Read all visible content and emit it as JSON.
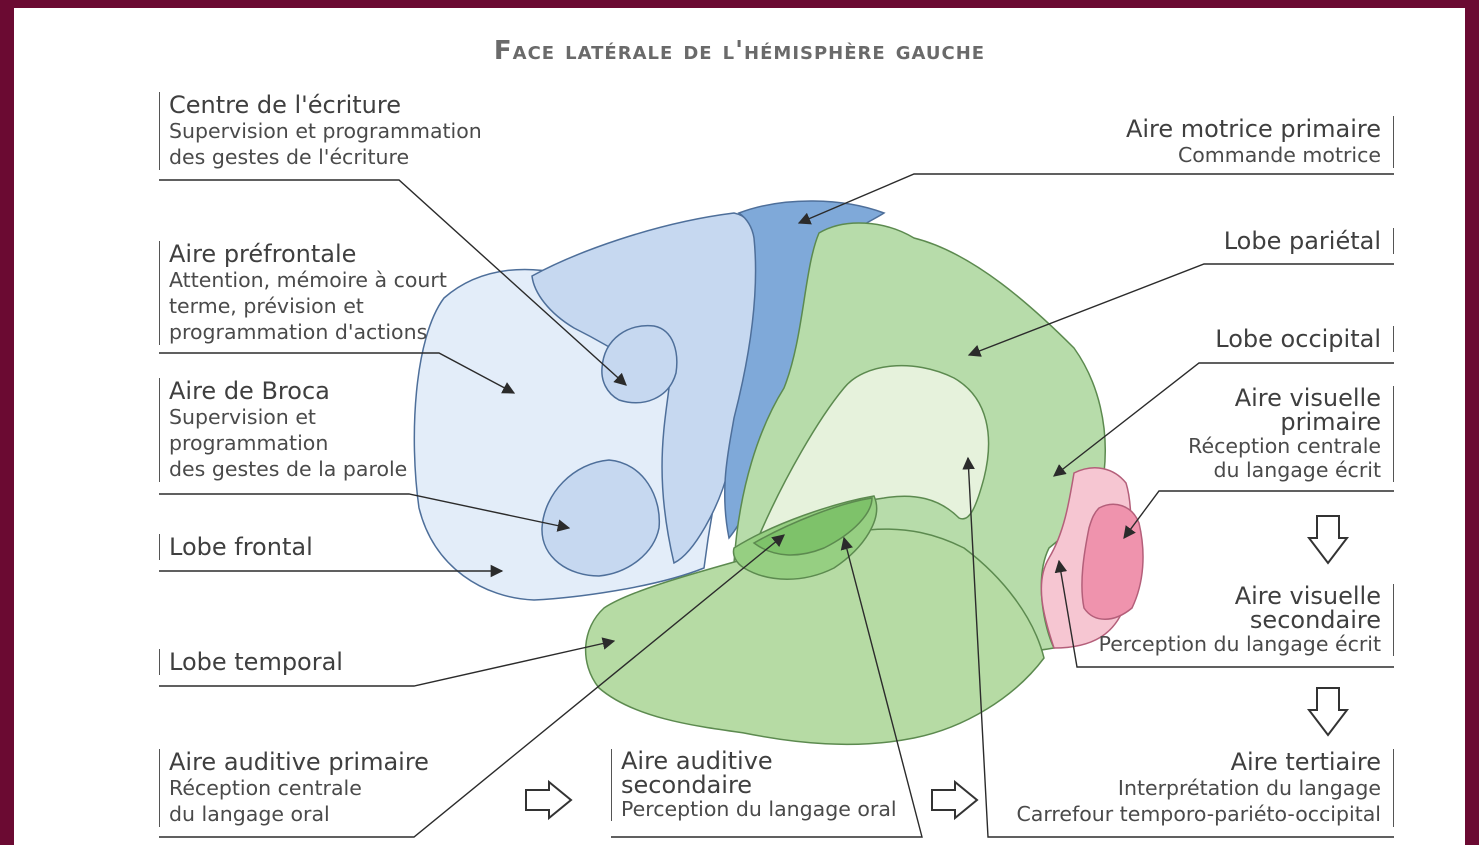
{
  "title": "Face latérale de l'hémisphère gauche",
  "labels": {
    "ecriture": {
      "heading": "Centre de l'écriture",
      "desc": "Supervision et programmation\ndes gestes de l'écriture"
    },
    "prefrontale": {
      "heading": "Aire préfrontale",
      "desc": "Attention, mémoire à court\nterme, prévision et\nprogrammation d'actions"
    },
    "broca": {
      "heading": "Aire de Broca",
      "desc": "Supervision et\nprogrammation\ndes gestes de la parole"
    },
    "frontal": {
      "heading": "Lobe frontal"
    },
    "temporal": {
      "heading": "Lobe temporal"
    },
    "auditive_primaire": {
      "heading": "Aire auditive primaire",
      "desc": "Réception centrale\ndu langage oral"
    },
    "auditive_secondaire": {
      "heading": "Aire auditive\nsecondaire",
      "desc": "Perception du langage oral"
    },
    "motrice": {
      "heading": "Aire motrice primaire",
      "desc": "Commande motrice"
    },
    "parietal": {
      "heading": "Lobe pariétal"
    },
    "occipital": {
      "heading": "Lobe occipital"
    },
    "visuelle_primaire": {
      "heading": "Aire visuelle\nprimaire",
      "desc": "Réception centrale\ndu langage écrit"
    },
    "visuelle_secondaire": {
      "heading": "Aire visuelle\nsecondaire",
      "desc": "Perception du langage écrit"
    },
    "tertiaire": {
      "heading": "Aire tertiaire",
      "desc": "Interprétation du langage\nCarrefour temporo-pariéto-occipital"
    }
  },
  "colors": {
    "background": "#6b0a32",
    "frontal": "#e3edf9",
    "prefrontal": "#c6d8f0",
    "motor": "#7fa9d9",
    "parietal": "#b7dcaa",
    "association": "#e6f2dc",
    "temporal": "#b6dba4",
    "auditory_primary": "#7ec26a",
    "auditory_secondary": "#96cf82",
    "visual_secondary": "#f6c6d2",
    "visual_primary": "#ef93ad",
    "line": "#333333"
  }
}
